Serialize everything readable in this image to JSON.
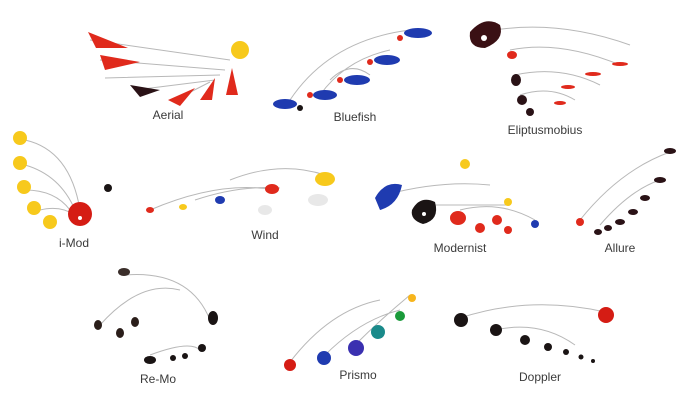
{
  "mobiles": [
    {
      "label": "Aerial"
    },
    {
      "label": "Bluefish"
    },
    {
      "label": "Eliptusmobius"
    },
    {
      "label": "i-Mod"
    },
    {
      "label": "Wind"
    },
    {
      "label": "Modernist"
    },
    {
      "label": "Allure"
    },
    {
      "label": "Re-Mo"
    },
    {
      "label": "Prismo"
    },
    {
      "label": "Doppler"
    }
  ],
  "colors": {
    "red": "#e02a1c",
    "yellow": "#f7c91c",
    "blue": "#1f3bb0",
    "black": "#1a1414",
    "wire": "#b8b8b8",
    "label": "#3a3a3a"
  }
}
